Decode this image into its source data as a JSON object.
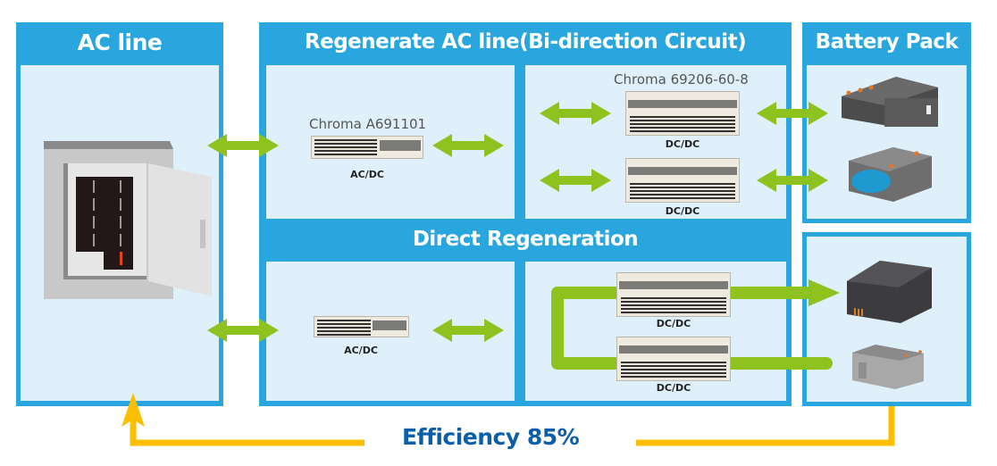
{
  "panels": {
    "ac_line": {
      "title": "AC line"
    },
    "regen": {
      "title": "Regenerate AC line(Bi-direction Circuit)"
    },
    "direct": {
      "title": "Direct Regeneration"
    },
    "battery": {
      "title": "Battery Pack"
    }
  },
  "devices": {
    "acdc_regen": {
      "model": "Chroma A691101",
      "label": "AC/DC"
    },
    "dcdc_group": {
      "model": "Chroma 69206-60-8"
    },
    "dcdc_regen_1": {
      "label": "DC/DC"
    },
    "dcdc_regen_2": {
      "label": "DC/DC"
    },
    "acdc_direct": {
      "label": "AC/DC"
    },
    "dcdc_direct_1": {
      "label": "DC/DC"
    },
    "dcdc_direct_2": {
      "label": "DC/DC"
    }
  },
  "footer": {
    "efficiency": "Efficiency 85%"
  },
  "colors": {
    "panel_blue": "#2aa6df",
    "panel_fill": "#dff0fb",
    "arrow_green": "#8dc21f",
    "loop_yellow": "#fbbf00",
    "efficiency_text": "#0b5eaa"
  }
}
